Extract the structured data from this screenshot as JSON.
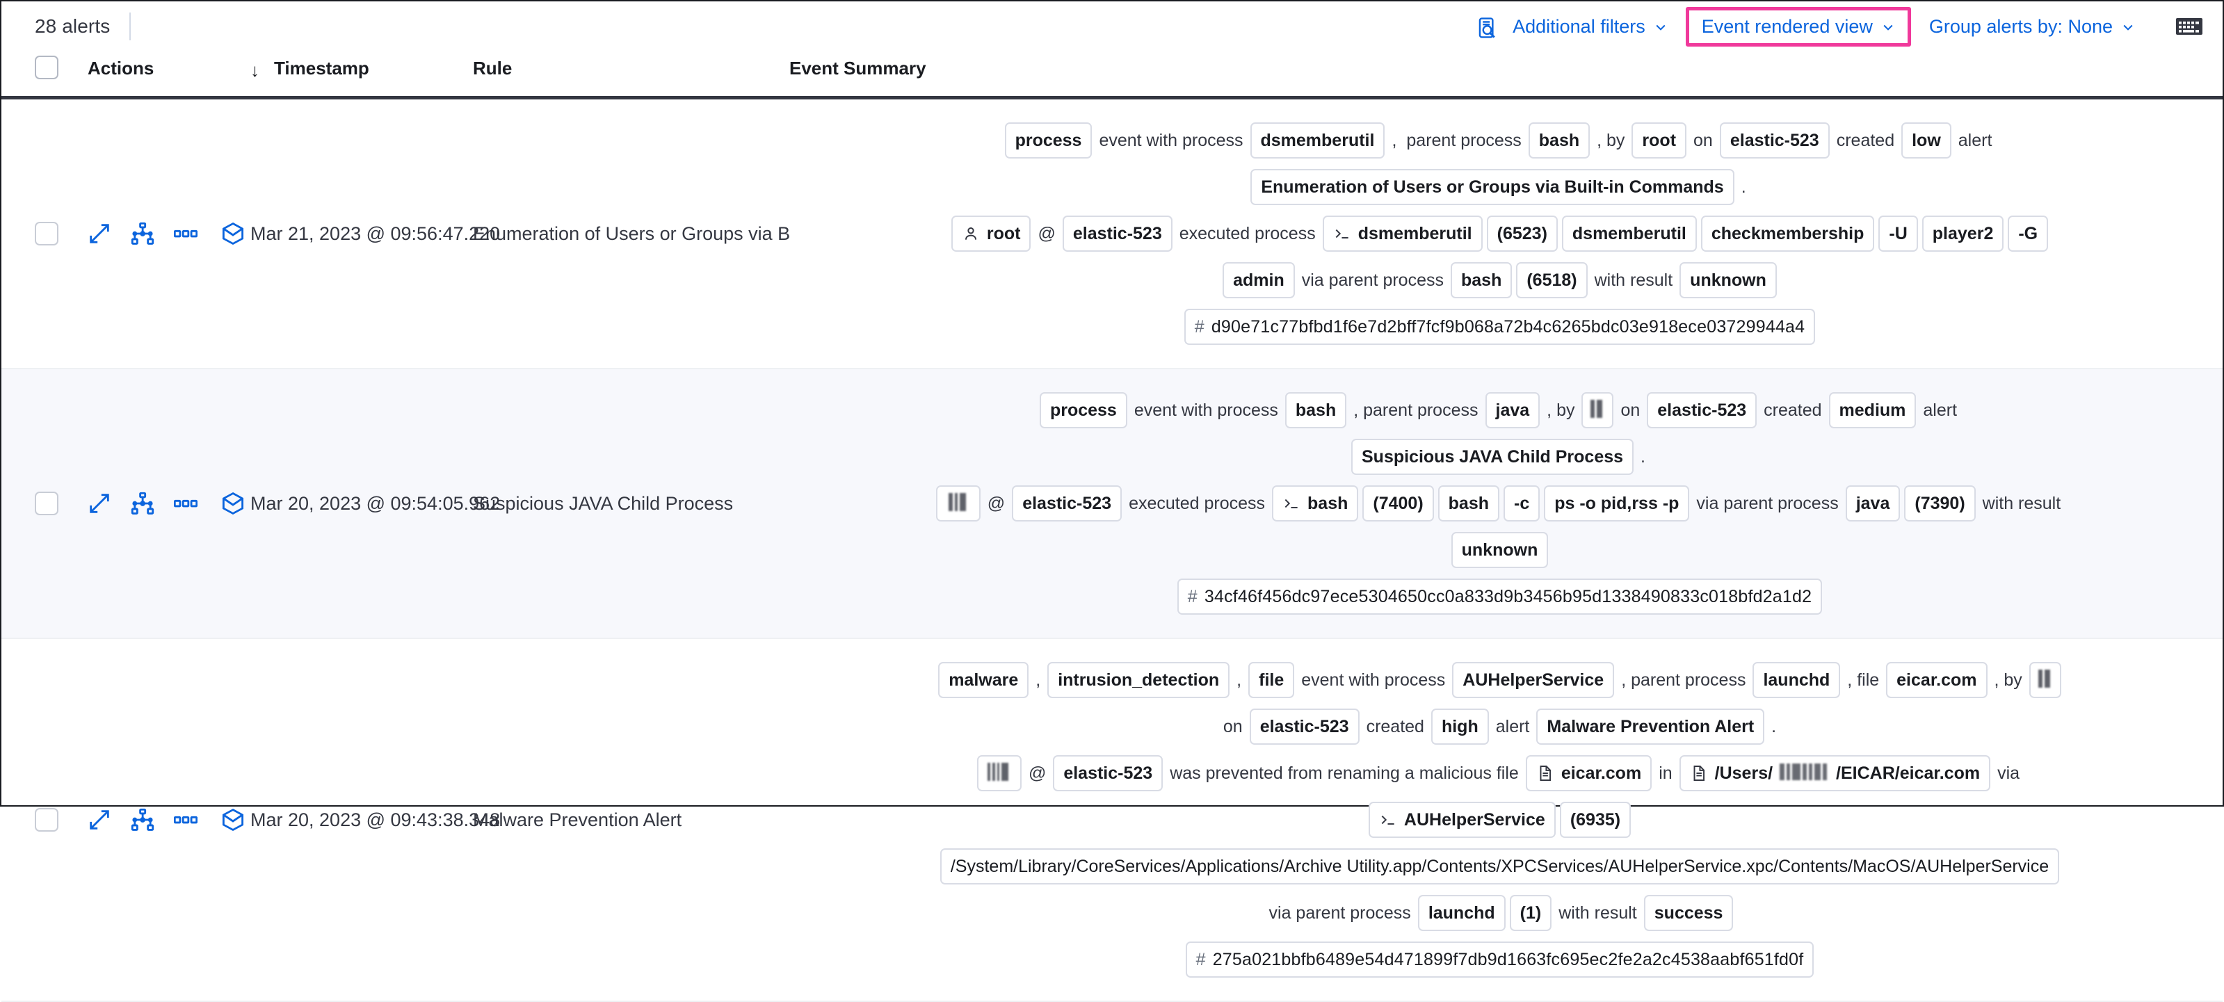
{
  "toolbar": {
    "alert_count": "28 alerts",
    "inspect_icon": "search-inspect-icon",
    "additional_filters": "Additional filters",
    "event_rendered_view": "Event rendered view",
    "group_alerts_by": "Group alerts by: None",
    "keyboard_icon": "keyboard-icon",
    "highlight_color": "#f0399b",
    "link_color": "#0b64dd"
  },
  "table": {
    "columns": {
      "select_all": "",
      "actions": "Actions",
      "timestamp": "Timestamp",
      "rule": "Rule",
      "event_summary": "Event Summary"
    },
    "sort": {
      "column": "Timestamp",
      "direction": "desc",
      "glyph": "↓"
    },
    "row_actions": [
      {
        "name": "expand-icon",
        "title": "Expand"
      },
      {
        "name": "analyzer-icon",
        "title": "Analyze event"
      },
      {
        "name": "more-actions-icon",
        "title": "More actions"
      },
      {
        "name": "session-view-icon",
        "title": "Open session view"
      }
    ],
    "rows": [
      {
        "timestamp": "Mar 21, 2023 @ 09:56:47.220",
        "rule": "Enumeration of Users or Groups via Bui",
        "summary_lines": [
          [
            {
              "t": "tok",
              "v": "process"
            },
            {
              "t": "txt",
              "v": "event with process"
            },
            {
              "t": "tok",
              "v": "dsmemberutil"
            },
            {
              "t": "txt",
              "v": ","
            },
            {
              "t": "txt",
              "v": "parent process"
            },
            {
              "t": "tok",
              "v": "bash"
            },
            {
              "t": "txt",
              "v": ", by"
            },
            {
              "t": "tok",
              "v": "root"
            },
            {
              "t": "txt",
              "v": "on"
            },
            {
              "t": "tok",
              "v": "elastic-523"
            },
            {
              "t": "txt",
              "v": "created"
            },
            {
              "t": "tok",
              "v": "low"
            },
            {
              "t": "txt",
              "v": "alert"
            }
          ],
          [
            {
              "t": "tok",
              "v": "Enumeration of Users or Groups via Built-in Commands"
            },
            {
              "t": "txt",
              "v": "."
            }
          ],
          [
            {
              "t": "tok",
              "v": "root",
              "icon": "user-icon"
            },
            {
              "t": "txt",
              "v": "@"
            },
            {
              "t": "tok",
              "v": "elastic-523"
            },
            {
              "t": "txt",
              "v": "executed process"
            },
            {
              "t": "tok",
              "v": "dsmemberutil",
              "icon": "console-icon"
            },
            {
              "t": "tok",
              "v": "(6523)"
            },
            {
              "t": "tok",
              "v": "dsmemberutil"
            },
            {
              "t": "tok",
              "v": "checkmembership"
            },
            {
              "t": "tok",
              "v": "-U"
            },
            {
              "t": "tok",
              "v": "player2"
            },
            {
              "t": "tok",
              "v": "-G"
            }
          ],
          [
            {
              "t": "tok",
              "v": "admin"
            },
            {
              "t": "txt",
              "v": "via parent process"
            },
            {
              "t": "tok",
              "v": "bash"
            },
            {
              "t": "tok",
              "v": "(6518)"
            },
            {
              "t": "txt",
              "v": "with result"
            },
            {
              "t": "tok",
              "v": "unknown"
            }
          ],
          [
            {
              "t": "hash",
              "v": "d90e71c77bfbd1f6e7d2bff7fcf9b068a72b4c6265bdc03e918ece03729944a4"
            }
          ]
        ]
      },
      {
        "timestamp": "Mar 20, 2023 @ 09:54:05.962",
        "rule": "Suspicious JAVA Child Process",
        "summary_lines": [
          [
            {
              "t": "tok",
              "v": "process"
            },
            {
              "t": "txt",
              "v": "event with process"
            },
            {
              "t": "tok",
              "v": "bash"
            },
            {
              "t": "txt",
              "v": ", parent process"
            },
            {
              "t": "tok",
              "v": "java"
            },
            {
              "t": "txt",
              "v": ", by"
            },
            {
              "t": "redact",
              "v": "",
              "w": 1
            },
            {
              "t": "txt",
              "v": "on"
            },
            {
              "t": "tok",
              "v": "elastic-523"
            },
            {
              "t": "txt",
              "v": "created"
            },
            {
              "t": "tok",
              "v": "medium"
            },
            {
              "t": "txt",
              "v": "alert"
            }
          ],
          [
            {
              "t": "tok",
              "v": "Suspicious JAVA Child Process"
            },
            {
              "t": "txt",
              "v": "."
            }
          ],
          [
            {
              "t": "redact",
              "v": "",
              "w": 2
            },
            {
              "t": "txt",
              "v": "@"
            },
            {
              "t": "tok",
              "v": "elastic-523"
            },
            {
              "t": "txt",
              "v": "executed process"
            },
            {
              "t": "tok",
              "v": "bash",
              "icon": "console-icon"
            },
            {
              "t": "tok",
              "v": "(7400)"
            },
            {
              "t": "tok",
              "v": "bash"
            },
            {
              "t": "tok",
              "v": "-c"
            },
            {
              "t": "tok",
              "v": "ps -o pid,rss -p"
            },
            {
              "t": "txt",
              "v": "via parent process"
            },
            {
              "t": "tok",
              "v": "java"
            },
            {
              "t": "tok",
              "v": "(7390)"
            },
            {
              "t": "txt",
              "v": "with result"
            }
          ],
          [
            {
              "t": "tok",
              "v": "unknown"
            }
          ],
          [
            {
              "t": "hash",
              "v": "34cf46f456dc97ece5304650cc0a833d9b3456b95d1338490833c018bfd2a1d2"
            }
          ]
        ]
      },
      {
        "timestamp": "Mar 20, 2023 @ 09:43:38.348",
        "rule": "Malware Prevention Alert",
        "summary_lines": [
          [
            {
              "t": "tok",
              "v": "malware"
            },
            {
              "t": "txt",
              "v": ","
            },
            {
              "t": "tok",
              "v": "intrusion_detection"
            },
            {
              "t": "txt",
              "v": ","
            },
            {
              "t": "tok",
              "v": "file"
            },
            {
              "t": "txt",
              "v": "event with process"
            },
            {
              "t": "tok",
              "v": "AUHelperService"
            },
            {
              "t": "txt",
              "v": ", parent process"
            },
            {
              "t": "tok",
              "v": "launchd"
            },
            {
              "t": "txt",
              "v": ", file"
            },
            {
              "t": "tok",
              "v": "eicar.com"
            },
            {
              "t": "txt",
              "v": ", by"
            },
            {
              "t": "redact",
              "v": "",
              "w": 1
            }
          ],
          [
            {
              "t": "txt",
              "v": "on"
            },
            {
              "t": "tok",
              "v": "elastic-523"
            },
            {
              "t": "txt",
              "v": "created"
            },
            {
              "t": "tok",
              "v": "high"
            },
            {
              "t": "txt",
              "v": "alert"
            },
            {
              "t": "tok",
              "v": "Malware Prevention Alert"
            },
            {
              "t": "txt",
              "v": "."
            }
          ],
          [
            {
              "t": "redact",
              "v": "",
              "w": 3
            },
            {
              "t": "txt",
              "v": "@"
            },
            {
              "t": "tok",
              "v": "elastic-523"
            },
            {
              "t": "txt",
              "v": "was prevented from renaming a malicious file"
            },
            {
              "t": "tok",
              "v": "eicar.com",
              "icon": "file-icon"
            },
            {
              "t": "txt",
              "v": "in"
            },
            {
              "t": "tokredact",
              "pre": "/Users/",
              "post": "/EICAR/eicar.com",
              "icon": "file-icon"
            },
            {
              "t": "txt",
              "v": "via"
            }
          ],
          [
            {
              "t": "tok",
              "v": "AUHelperService",
              "icon": "console-icon"
            },
            {
              "t": "tok",
              "v": "(6935)"
            }
          ],
          [
            {
              "t": "tok",
              "v": "/System/Library/CoreServices/Applications/Archive Utility.app/Contents/XPCServices/AUHelperService.xpc/Contents/MacOS/AUHelperService",
              "cls": "path"
            }
          ],
          [
            {
              "t": "txt",
              "v": "via parent process"
            },
            {
              "t": "tok",
              "v": "launchd"
            },
            {
              "t": "tok",
              "v": "(1)"
            },
            {
              "t": "txt",
              "v": "with result"
            },
            {
              "t": "tok",
              "v": "success"
            }
          ],
          [
            {
              "t": "hash",
              "v": "275a021bbfb6489e54d471899f7db9d1663fc695ec2fe2a2c4538aabf651fd0f"
            }
          ]
        ]
      }
    ]
  }
}
